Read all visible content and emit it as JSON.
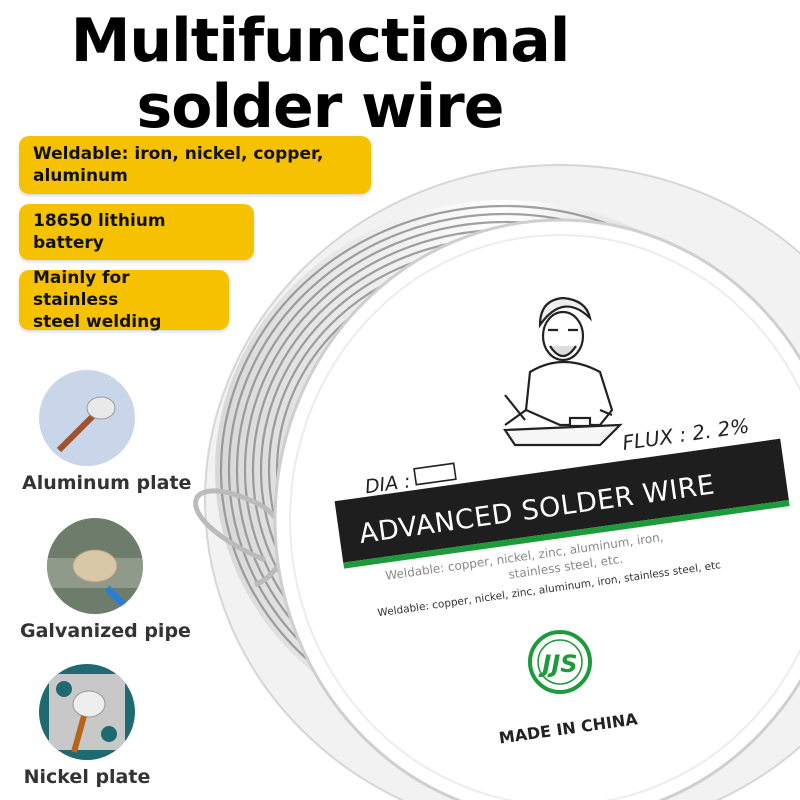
{
  "headline": {
    "line1": "Multifunctional",
    "line2": "solder wire"
  },
  "features": [
    {
      "lines": [
        "Weldable: iron, nickel, copper,",
        "aluminum"
      ]
    },
    {
      "lines": [
        "18650 lithium battery"
      ]
    },
    {
      "lines": [
        "Mainly for stainless",
        "steel welding"
      ]
    }
  ],
  "samples": [
    {
      "label": "Aluminum plate",
      "icon": "aluminum-weld-photo"
    },
    {
      "label": "Galvanized pipe",
      "icon": "pipe-weld-photo"
    },
    {
      "label": "Nickel plate",
      "icon": "nickel-weld-photo"
    }
  ],
  "spool": {
    "flux": "FLUX : 2. 2%",
    "dia_label": "DIA :",
    "band_text": "ADVANCED SOLDER WIRE",
    "weldable_1": "Weldable: copper, nickel, zinc, aluminum, iron,",
    "weldable_1b": "stainless steel, etc.",
    "weldable_2": "Weldable: copper, nickel, zinc, aluminum, iron, stainless steel, etc",
    "logo": "JJS",
    "made_in": "MADE IN CHINA"
  },
  "colors": {
    "pill": "#f6c200",
    "band": "#1e1e1e",
    "accent_green": "#1d9a3a"
  }
}
